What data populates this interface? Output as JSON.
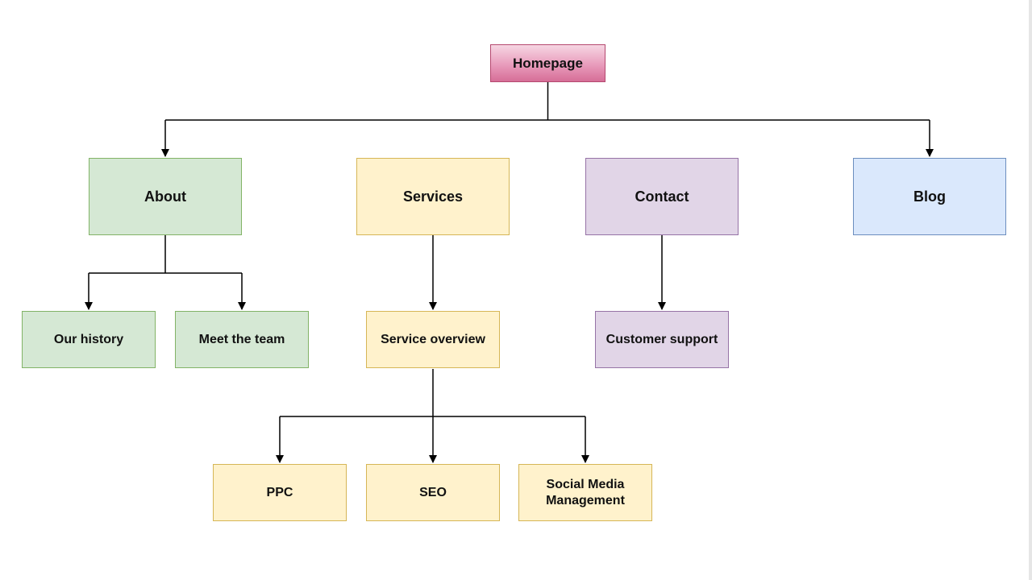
{
  "nodes": {
    "homepage": "Homepage",
    "about": "About",
    "services": "Services",
    "contact": "Contact",
    "blog": "Blog",
    "our_history": "Our history",
    "meet_the_team": "Meet the team",
    "service_overview": "Service overview",
    "customer_support": "Customer support",
    "ppc": "PPC",
    "seo": "SEO",
    "social_media_management": "Social Media Management"
  },
  "colors": {
    "homepage_fill": "#e89bbb",
    "homepage_border": "#b5486f",
    "green_fill": "#d5e8d4",
    "green_border": "#82b366",
    "yellow_fill": "#fff2cc",
    "yellow_border": "#d6b656",
    "purple_fill": "#e1d5e7",
    "purple_border": "#9673a6",
    "blue_fill": "#dae8fc",
    "blue_border": "#6c8ebf",
    "connector": "#000000"
  }
}
